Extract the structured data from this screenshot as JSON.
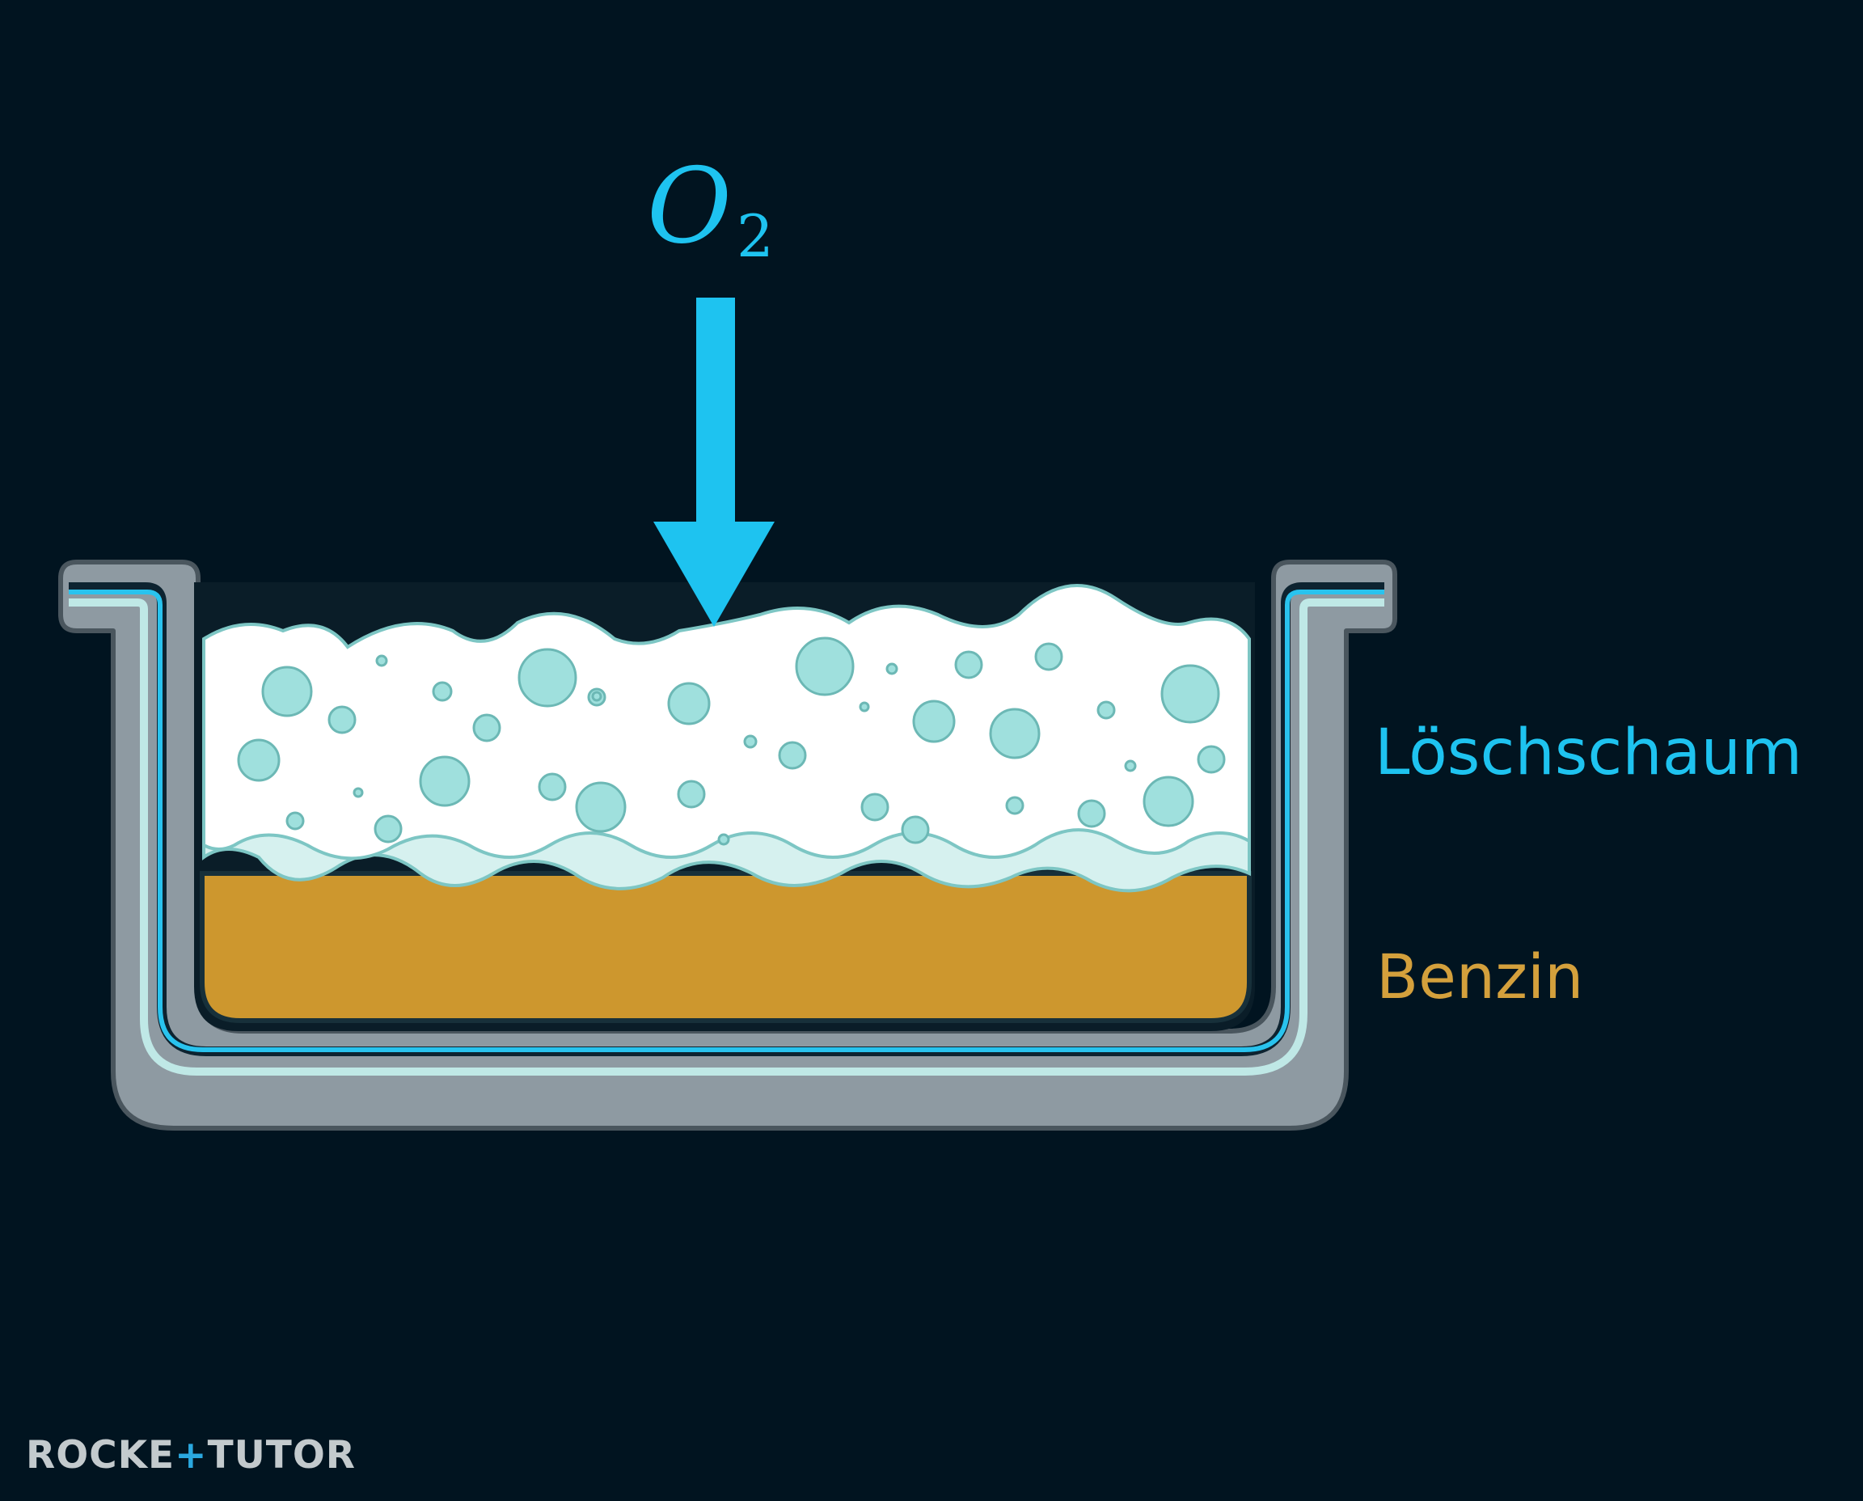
{
  "labels": {
    "gas": {
      "base": "O",
      "subscript": "2"
    },
    "foam": "Löschschaum",
    "fuel": "Benzin"
  },
  "brand": {
    "left": "ROCKE",
    "mark": "+",
    "right": "TUTOR"
  },
  "colors": {
    "background": "#011420",
    "arrow": "#1ec3f0",
    "foam_text": "#1ec3f0",
    "fuel": "#cd972e",
    "fuel_text": "#d4a03c",
    "foam": "#ffffff",
    "bubble": "#9fe0dd",
    "tray": "#8e9aa2"
  }
}
